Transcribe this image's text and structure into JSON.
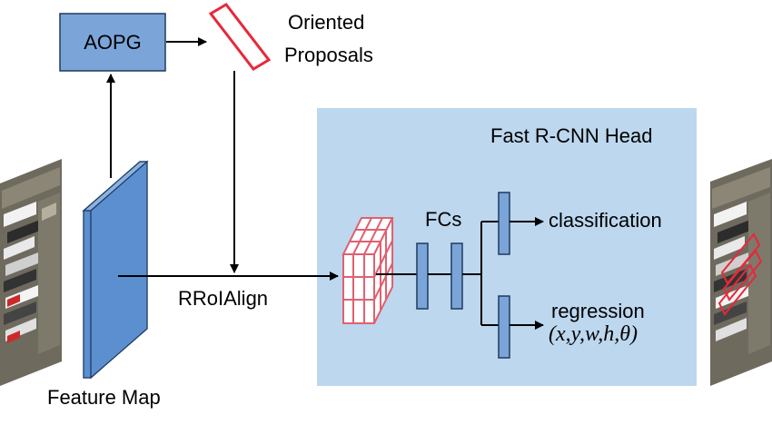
{
  "colors": {
    "box_fill": "#7BA5D8",
    "box_stroke": "#1F3A5F",
    "head_bg": "#BDD7EE",
    "proposal_red": "#E8283A",
    "grid_red": "#E06070",
    "arrow": "#000000",
    "feature_map_front": "#5B8FD0",
    "feature_map_side": "#3E6FB0",
    "feature_map_top": "#8AB2E2"
  },
  "modules": {
    "aopg": "AOPG",
    "oriented_proposals_line1": "Oriented",
    "oriented_proposals_line2": "Proposals",
    "head_title": "Fast R-CNN Head",
    "fcs": "FCs",
    "classification": "classification",
    "regression": "regression",
    "regression_params": "(x,y,w,h,θ)",
    "rroialign": "RRoIAlign",
    "feature_map": "Feature Map"
  },
  "icons": {
    "input_image": "aerial-parking-lot-image",
    "output_image": "aerial-parking-lot-detections-image",
    "roi_grid": "roi-feature-grid-icon"
  }
}
